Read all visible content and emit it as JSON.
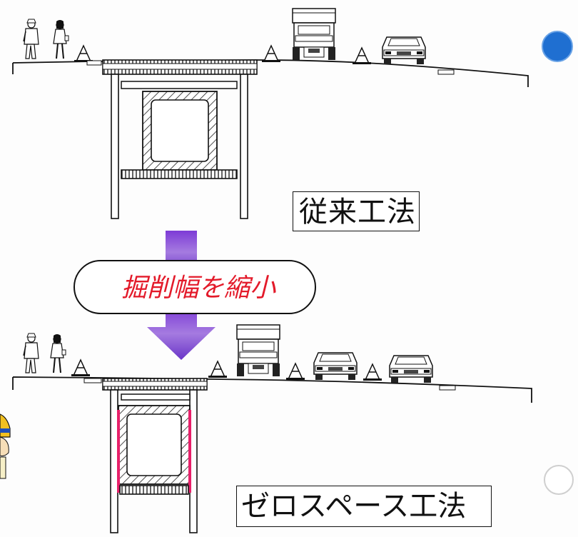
{
  "labels": {
    "conventional_method": "従来工法",
    "reduce_excavation_width": "掘削幅を縮小",
    "zero_space_method": "ゼロスペース工法"
  },
  "colors": {
    "arrow_purple": "#6a35c8",
    "reduce_text_red": "#e31a2a",
    "zero_space_wall_pink": "#e8206a",
    "blue_dot": "#1f6fd1",
    "line_black": "#111111"
  },
  "icons": [
    "pedestrian-icon",
    "traffic-cone-icon",
    "dump-truck-icon",
    "car-icon",
    "blue-dot-icon",
    "white-dot-icon",
    "worker-mascot-icon"
  ]
}
